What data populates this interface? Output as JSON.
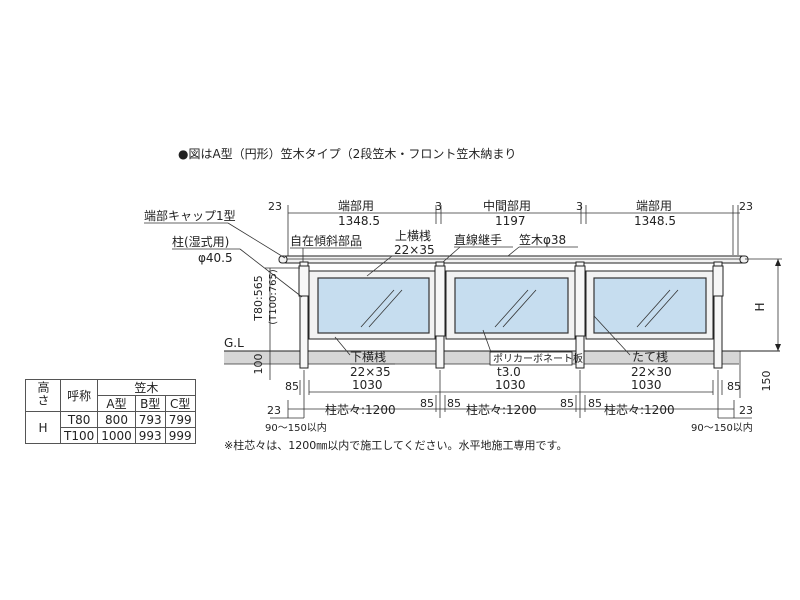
{
  "title": "●図はA型（円形）笠木タイプ（2段笠木・フロント笠木納まり",
  "top_dims": {
    "left_end_gap": "23",
    "left_section_title": "端部用",
    "left_section_len": "1348.5",
    "gap1": "3",
    "mid_section_title": "中間部用",
    "mid_section_len": "1197",
    "gap2": "3",
    "right_section_title": "端部用",
    "right_section_len": "1348.5",
    "right_end_gap": "23"
  },
  "labels": {
    "end_cap": "端部キャップ1型",
    "post": "柱(湿式用)",
    "post_dia": "φ40.5",
    "free_tilt": "自在傾斜部品",
    "top_rail": "上横桟",
    "top_rail_size": "22×35",
    "joint": "直線継手",
    "handrail": "笠木φ38",
    "height_text": "T80:565",
    "height_text2": "(T100:765)",
    "gl": "G.L",
    "ground_depth": "100",
    "ground_depth_right": "150",
    "h_mark": "H",
    "bottom_rail": "下横桟",
    "bottom_rail_size": "22×35",
    "bottom_rail_len": "1030",
    "panel": "ポリカーボネート板",
    "panel_thk": "t3.0",
    "panel_len": "1030",
    "stile": "たて桟",
    "stile_size": "22×30",
    "stile_len": "1030",
    "post_85_a": "85",
    "post_85_b": "85",
    "post_85_c": "85",
    "post_85_d": "85",
    "post_85_e": "85",
    "post_85_f": "85",
    "bottom_23_left": "23",
    "bottom_23_right": "23",
    "pitch1": "柱芯々:1200",
    "pitch2": "柱芯々:1200",
    "pitch3": "柱芯々:1200",
    "range_left": "90～150以内",
    "range_right": "90～150以内"
  },
  "note": "※柱芯々は、1200㎜以内で施工してください。水平地施工専用です。",
  "spec_table": {
    "h_label": "高さ",
    "h_label2": "H",
    "name_label": "呼称",
    "kasagi": "笠木",
    "col_a": "A型",
    "col_b": "B型",
    "col_c": "C型",
    "rows": [
      {
        "name": "T80",
        "a": "800",
        "b": "793",
        "c": "799"
      },
      {
        "name": "T100",
        "a": "1000",
        "b": "993",
        "c": "999"
      }
    ]
  }
}
